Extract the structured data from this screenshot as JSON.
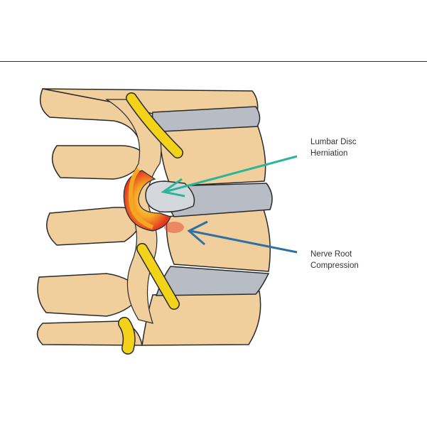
{
  "labels": {
    "herniation": {
      "line1": "Lumbar Disc",
      "line2": "Herniation",
      "arrow_color": "#2ab59b"
    },
    "nerve": {
      "line1": "Nerve Root",
      "line2": "Compression",
      "arrow_color": "#2f6fa3"
    }
  },
  "colors": {
    "bone": "#f0cf9c",
    "bone_outline": "#2a2a2a",
    "disc": "#b8bcc4",
    "nerve": "#f3d21a",
    "inflammation": "#e8402a"
  }
}
